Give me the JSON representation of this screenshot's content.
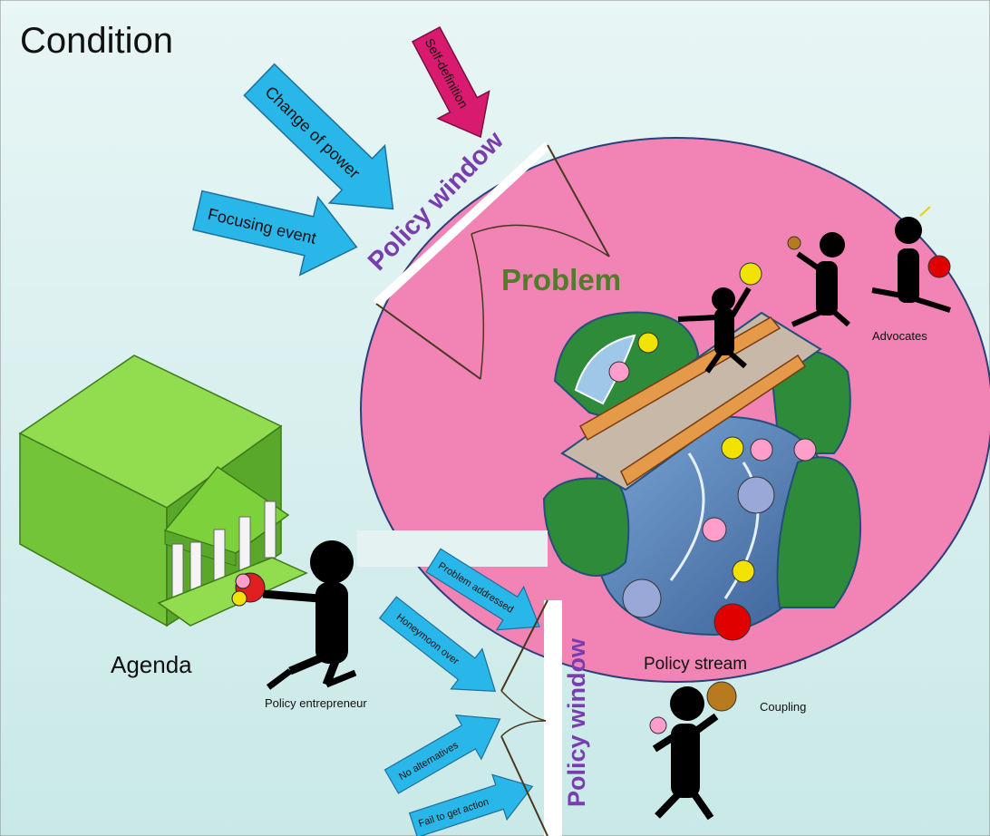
{
  "title": "Condition",
  "labels": {
    "policy_window_top": "Policy window",
    "policy_window_bottom": "Policy window",
    "problem": "Problem",
    "agenda": "Agenda",
    "policy_entrepreneur": "Policy entrepreneur",
    "policy_stream": "Policy stream",
    "advocates": "Advocates",
    "coupling": "Coupling"
  },
  "opening_arrows": [
    {
      "label": "Change of power",
      "color": "#29b6e8"
    },
    {
      "label": "Self-definition",
      "color": "#d81b6e"
    },
    {
      "label": "Focusing event",
      "color": "#29b6e8"
    }
  ],
  "closing_arrows": [
    {
      "label": "Problem addressed",
      "color": "#29b6e8"
    },
    {
      "label": "Honeymoon over",
      "color": "#29b6e8"
    },
    {
      "label": "No alternatives",
      "color": "#29b6e8"
    },
    {
      "label": "Fail to get action",
      "color": "#29b6e8"
    }
  ],
  "colors": {
    "background": "#d5ecec",
    "problem_ellipse": "#f283b5",
    "building": "#7dd23c",
    "window_text": "#7a3db0",
    "problem_text": "#4f7d2a",
    "river": "#5a82b8",
    "hills": "#2e8b3a"
  }
}
